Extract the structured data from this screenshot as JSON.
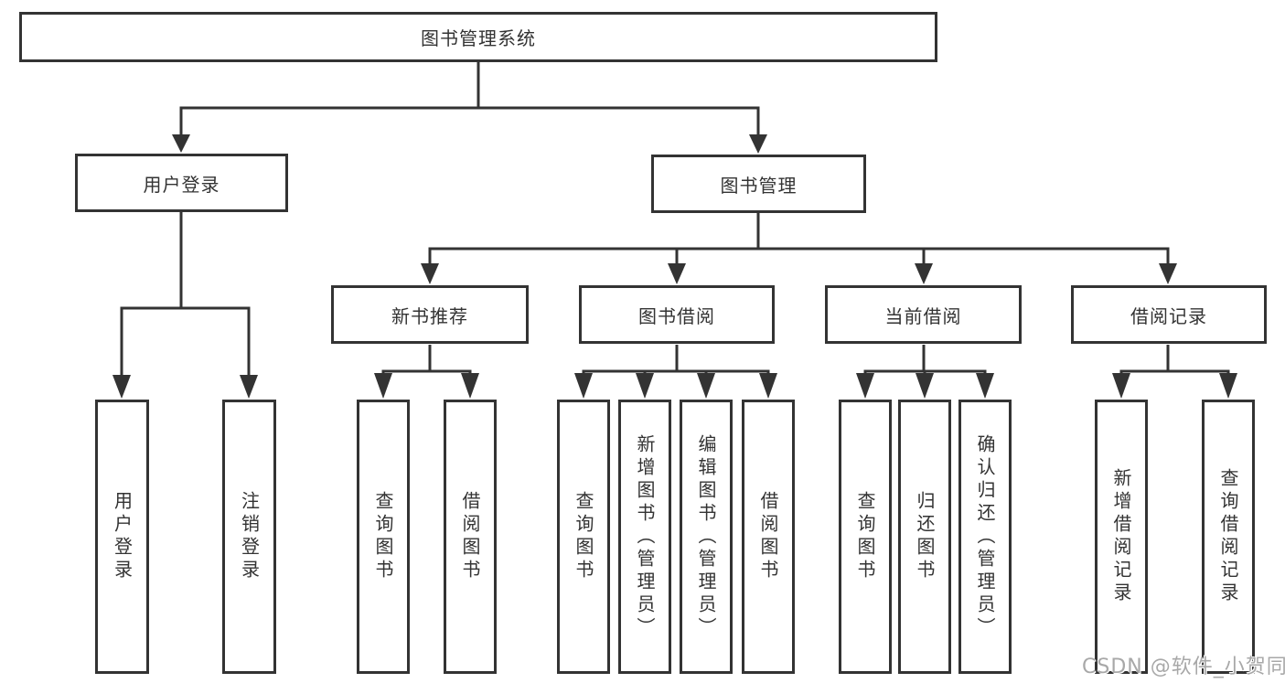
{
  "title": "图书管理系统",
  "branches": [
    {
      "label": "用户登录",
      "children": [
        {
          "label": "用户登录"
        },
        {
          "label": "注销登录"
        }
      ]
    },
    {
      "label": "图书管理",
      "groups": [
        {
          "label": "新书推荐",
          "children": [
            {
              "label": "查询图书"
            },
            {
              "label": "借阅图书"
            }
          ]
        },
        {
          "label": "图书借阅",
          "children": [
            {
              "label": "查询图书"
            },
            {
              "label": "新增图书（管理员）"
            },
            {
              "label": "编辑图书（管理员）"
            },
            {
              "label": "借阅图书"
            }
          ]
        },
        {
          "label": "当前借阅",
          "children": [
            {
              "label": "查询图书"
            },
            {
              "label": "归还图书"
            },
            {
              "label": "确认归还（管理员）"
            }
          ]
        },
        {
          "label": "借阅记录",
          "children": [
            {
              "label": "新增借阅记录"
            },
            {
              "label": "查询借阅记录"
            }
          ]
        }
      ]
    }
  ],
  "watermark": "CSDN @软件_小贺同学",
  "colors": {
    "line": "#333333",
    "text": "#333333",
    "background": "#ffffff",
    "watermark": "#a8a8a8"
  }
}
